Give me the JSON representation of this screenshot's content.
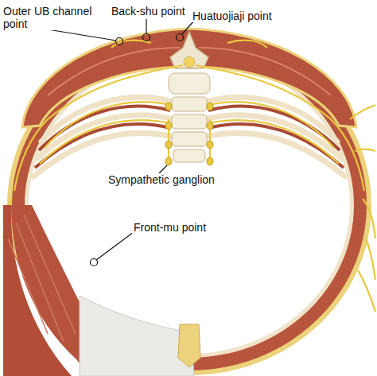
{
  "diagram": {
    "labels": [
      "Outer UB channel point",
      "Back-shu point",
      "Huatuojiaji point",
      "Sympathetic ganglion",
      "Front-mu point"
    ]
  }
}
